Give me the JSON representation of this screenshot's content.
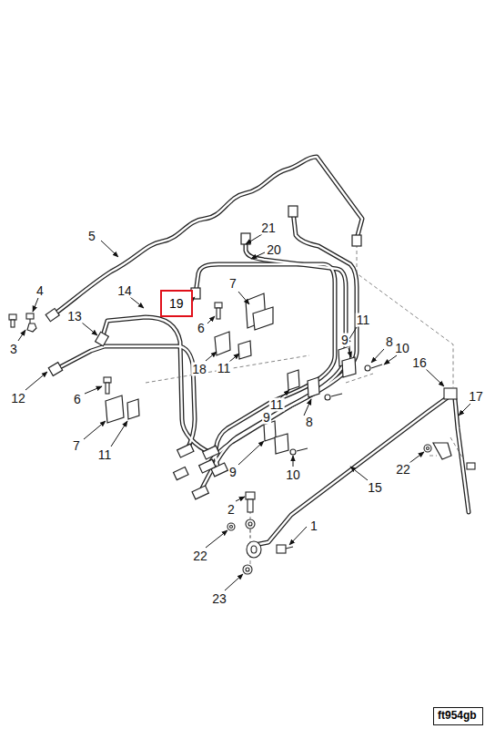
{
  "diagram": {
    "nodes": [
      {
        "text": [
          "19"
        ]
      },
      {
        "text": [
          "ft954gb"
        ]
      }
    ],
    "labels": [
      "5",
      "21",
      "20",
      "7",
      "4",
      "14",
      "6",
      "3",
      "13",
      "11",
      "9",
      "8",
      "10",
      "18",
      "11",
      "12",
      "16",
      "17",
      "6",
      "11",
      "9",
      "8",
      "7",
      "11",
      "22",
      "9",
      "10",
      "15",
      "2",
      "1",
      "22",
      "23"
    ]
  }
}
